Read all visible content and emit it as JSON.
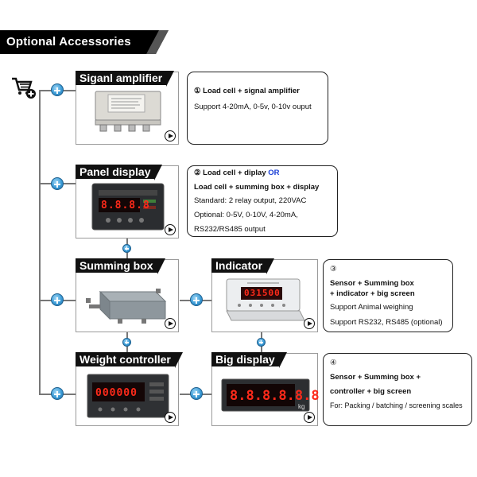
{
  "header": {
    "title": "Optional Accessories"
  },
  "icons": {
    "cart": "cart-plus-icon",
    "plus": "plus-circle-icon",
    "play": "play-icon"
  },
  "products": {
    "amplifier": {
      "title": "Siganl amplifier"
    },
    "panel": {
      "title": "Panel display",
      "reading": "8.8.8.8"
    },
    "summing": {
      "title": "Summing box"
    },
    "indicator": {
      "title": "Indicator",
      "reading": "031500"
    },
    "controller": {
      "title": "Weight controller",
      "reading": "000000"
    },
    "bigdisplay": {
      "title": "Big display",
      "reading": "8.8.8.8.8.8",
      "unit": "kg"
    }
  },
  "desc1": {
    "line1": "① Load cell + signal amplifier",
    "line2": "Support 4-20mA, 0-5v, 0-10v ouput"
  },
  "desc2": {
    "line1a": "② Load cell + diplay",
    "line1b": "OR",
    "line2": "Load cell + summing box + display",
    "line3": "Standard: 2 relay output, 220VAC",
    "line4": "Optional: 0-5V, 0-10V, 4-20mA,",
    "line5": "RS232/RS485 output"
  },
  "desc3": {
    "num": "③",
    "line1": "Sensor + Summing box",
    "line2": "+ indicator + big screen",
    "line3": "Support Animal weighing",
    "line4": "Support RS232, RS485 (optional)"
  },
  "desc4": {
    "num": "④",
    "line1": "Sensor + Summing box +",
    "line2": "controller + big screen",
    "line3": "For: Packing / batching / screening scales"
  },
  "colors": {
    "accent": "#3b9bd6",
    "banner": "#000000",
    "led": "#ff2a1a"
  }
}
